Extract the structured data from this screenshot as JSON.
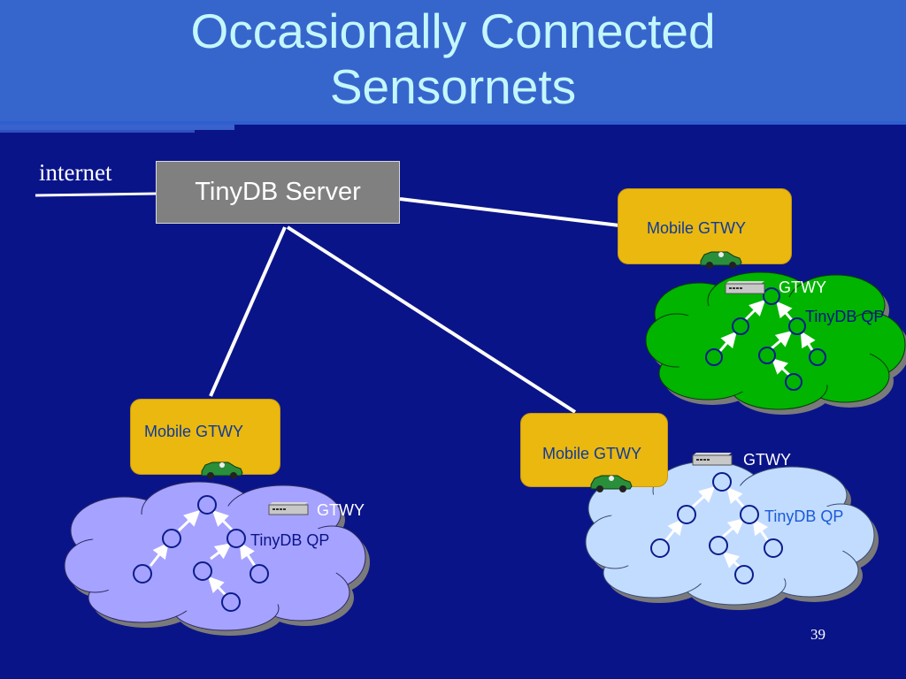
{
  "slide": {
    "title_line1": "Occasionally Connected",
    "title_line2": "Sensornets",
    "page_number": "39"
  },
  "diagram": {
    "internet_label": "internet",
    "server_label": "TinyDB Server",
    "mobile_gateways": [
      {
        "label": "Mobile GTWY"
      },
      {
        "label": "Mobile GTWY"
      },
      {
        "label": "Mobile GTWY"
      }
    ],
    "clouds": [
      {
        "color": "#00b400",
        "gtwy_label": "GTWY",
        "qp_label": "TinyDB QP"
      },
      {
        "color": "#a6a2ff",
        "gtwy_label": "GTWY",
        "qp_label": "TinyDB QP"
      },
      {
        "color": "#c2dcff",
        "gtwy_label": "GTWY",
        "qp_label": "TinyDB QP"
      }
    ],
    "colors": {
      "background": "#0a1489",
      "title_bar": "#3666cc",
      "title_text": "#c4f7fd",
      "server_box": "#808080",
      "gateway_box": "#eab80f",
      "gateway_text": "#0f3a9c",
      "node_outline": "#0b1d8c",
      "vehicle": "#2a8f3a"
    }
  }
}
